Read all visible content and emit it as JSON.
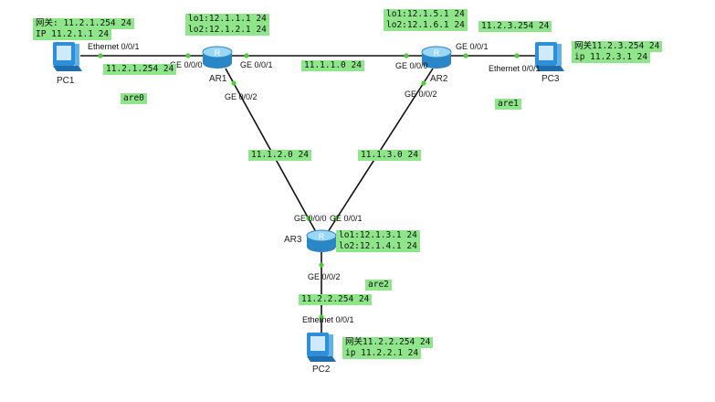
{
  "devices": {
    "pc1": {
      "name": "PC1"
    },
    "pc2": {
      "name": "PC2"
    },
    "pc3": {
      "name": "PC3"
    },
    "ar1": {
      "name": "AR1"
    },
    "ar2": {
      "name": "AR2"
    },
    "ar3": {
      "name": "AR3"
    }
  },
  "ports": {
    "pc1_eth": "Ethernet 0/0/1",
    "ar1_g0": "GE 0/0/0",
    "ar1_g1": "GE 0/0/1",
    "ar1_g2": "GE 0/0/2",
    "ar2_g0": "GE 0/0/0",
    "ar2_g1": "GE 0/0/1",
    "ar2_g2": "GE 0/0/2",
    "pc3_eth": "Ethernet 0/0/1",
    "ar3_g0": "GE 0/0/0",
    "ar3_g1": "GE 0/0/1",
    "ar3_g2": "GE 0/0/2",
    "pc2_eth": "Ethernet 0/0/1"
  },
  "notes": {
    "pc1_line1": "网关: 11.2.1.254 24",
    "pc1_line2": "IP 11.2.1.1 24",
    "ar1_lo1": "lo1:12.1.1.1 24",
    "ar1_lo2": "lo2:12.1.2.1 24",
    "ar2_lo1": "lo1:12.1.5.1 24",
    "ar2_lo2": "lo2:12.1.6.1 24",
    "ar3_lo1": "lo1:12.1.3.1 24",
    "ar3_lo2": "lo2:12.1.4.1 24",
    "net_pc1": "11.2.1.254 24",
    "net_ar1_ar2": "11.1.1.0 24",
    "net_pc3": "11.2.3.254 24",
    "pc3_line1": "网关11.2.3.254 24",
    "pc3_line2": "ip 11.2.3.1 24",
    "area0": "are0",
    "area1": "are1",
    "area2": "are2",
    "net_ar1_ar3": "11.1.2.0 24",
    "net_ar2_ar3": "11.1.3.0 24",
    "net_pc2": "11.2.2.254 24",
    "pc2_line1": "网关11.2.2.254 24",
    "pc2_line2": "ip 11.2.2.1 24"
  },
  "colors": {
    "label_bg": "#8fe68a",
    "link": "#111111",
    "port_dot": "#4ccf3a",
    "router_body": "#3aa0dc",
    "router_top": "#9ad6f5",
    "pc_blue": "#2e8fd8"
  }
}
